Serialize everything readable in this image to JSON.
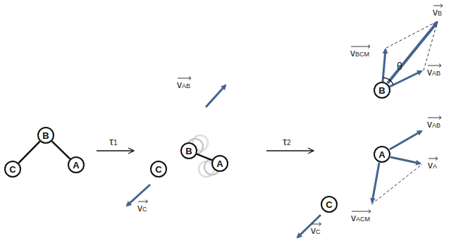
{
  "diagram": {
    "nodes": [
      {
        "text": [
          "C"
        ]
      },
      {
        "text": [
          "B"
        ]
      },
      {
        "text": [
          "A"
        ]
      },
      {
        "text": [
          "C"
        ]
      },
      {
        "text": [
          "B"
        ]
      },
      {
        "text": [
          "A"
        ]
      },
      {
        "text": [
          "B"
        ]
      },
      {
        "text": [
          "A"
        ]
      },
      {
        "text": [
          "C"
        ]
      }
    ],
    "edges": [
      {
        "from": 1,
        "to": 0,
        "arrow": "none"
      },
      {
        "from": 1,
        "to": 2,
        "arrow": "none"
      },
      {
        "from": 4,
        "to": 5,
        "arrow": "none"
      }
    ],
    "labels": [
      "τ1",
      "vC",
      "vAB",
      "τ2",
      "vB",
      "vBCM",
      "θ",
      "vAB",
      "vAB",
      "vA",
      "vACM",
      "vC"
    ]
  }
}
